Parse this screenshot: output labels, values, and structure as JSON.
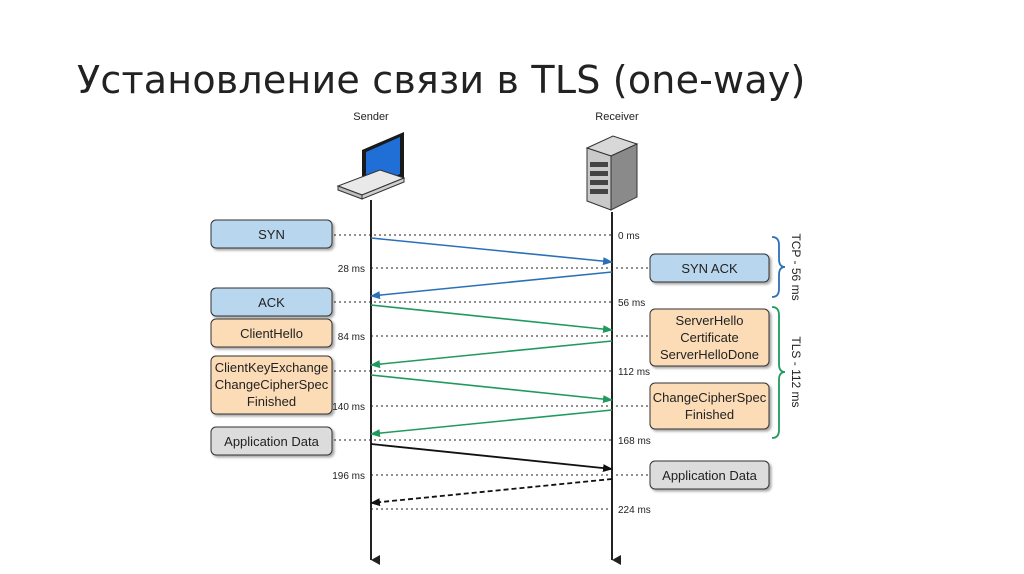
{
  "title": "Установление связи в TLS (one-way)",
  "actors": {
    "sender": "Sender",
    "receiver": "Receiver"
  },
  "colors": {
    "tcp_fill": "#b8d6ee",
    "tls_fill": "#fcdcb6",
    "app_fill": "#dcdcdc",
    "tcp_arrow": "#2a70b8",
    "tls_arrow": "#1f9a5c",
    "app_arrow": "#111111"
  },
  "sender_boxes": [
    {
      "kind": "tcp",
      "lines": [
        "SYN"
      ]
    },
    {
      "kind": "tcp",
      "lines": [
        "ACK"
      ]
    },
    {
      "kind": "tls",
      "lines": [
        "ClientHello"
      ]
    },
    {
      "kind": "tls",
      "lines": [
        "ClientKeyExchange",
        "ChangeCipherSpec",
        "Finished"
      ]
    },
    {
      "kind": "app",
      "lines": [
        "Application Data"
      ]
    }
  ],
  "receiver_boxes": [
    {
      "kind": "tcp",
      "lines": [
        "SYN ACK"
      ]
    },
    {
      "kind": "tls",
      "lines": [
        "ServerHello",
        "Certificate",
        "ServerHelloDone"
      ]
    },
    {
      "kind": "tls",
      "lines": [
        "ChangeCipherSpec",
        "Finished"
      ]
    },
    {
      "kind": "app",
      "lines": [
        "Application Data"
      ]
    }
  ],
  "timestamps_left": [
    "28 ms",
    "84 ms",
    "140 ms",
    "196 ms"
  ],
  "timestamps_right": [
    "0 ms",
    "56 ms",
    "112 ms",
    "168 ms",
    "224 ms"
  ],
  "phases": [
    {
      "label": "TCP - 56 ms"
    },
    {
      "label": "TLS - 112 ms"
    }
  ]
}
